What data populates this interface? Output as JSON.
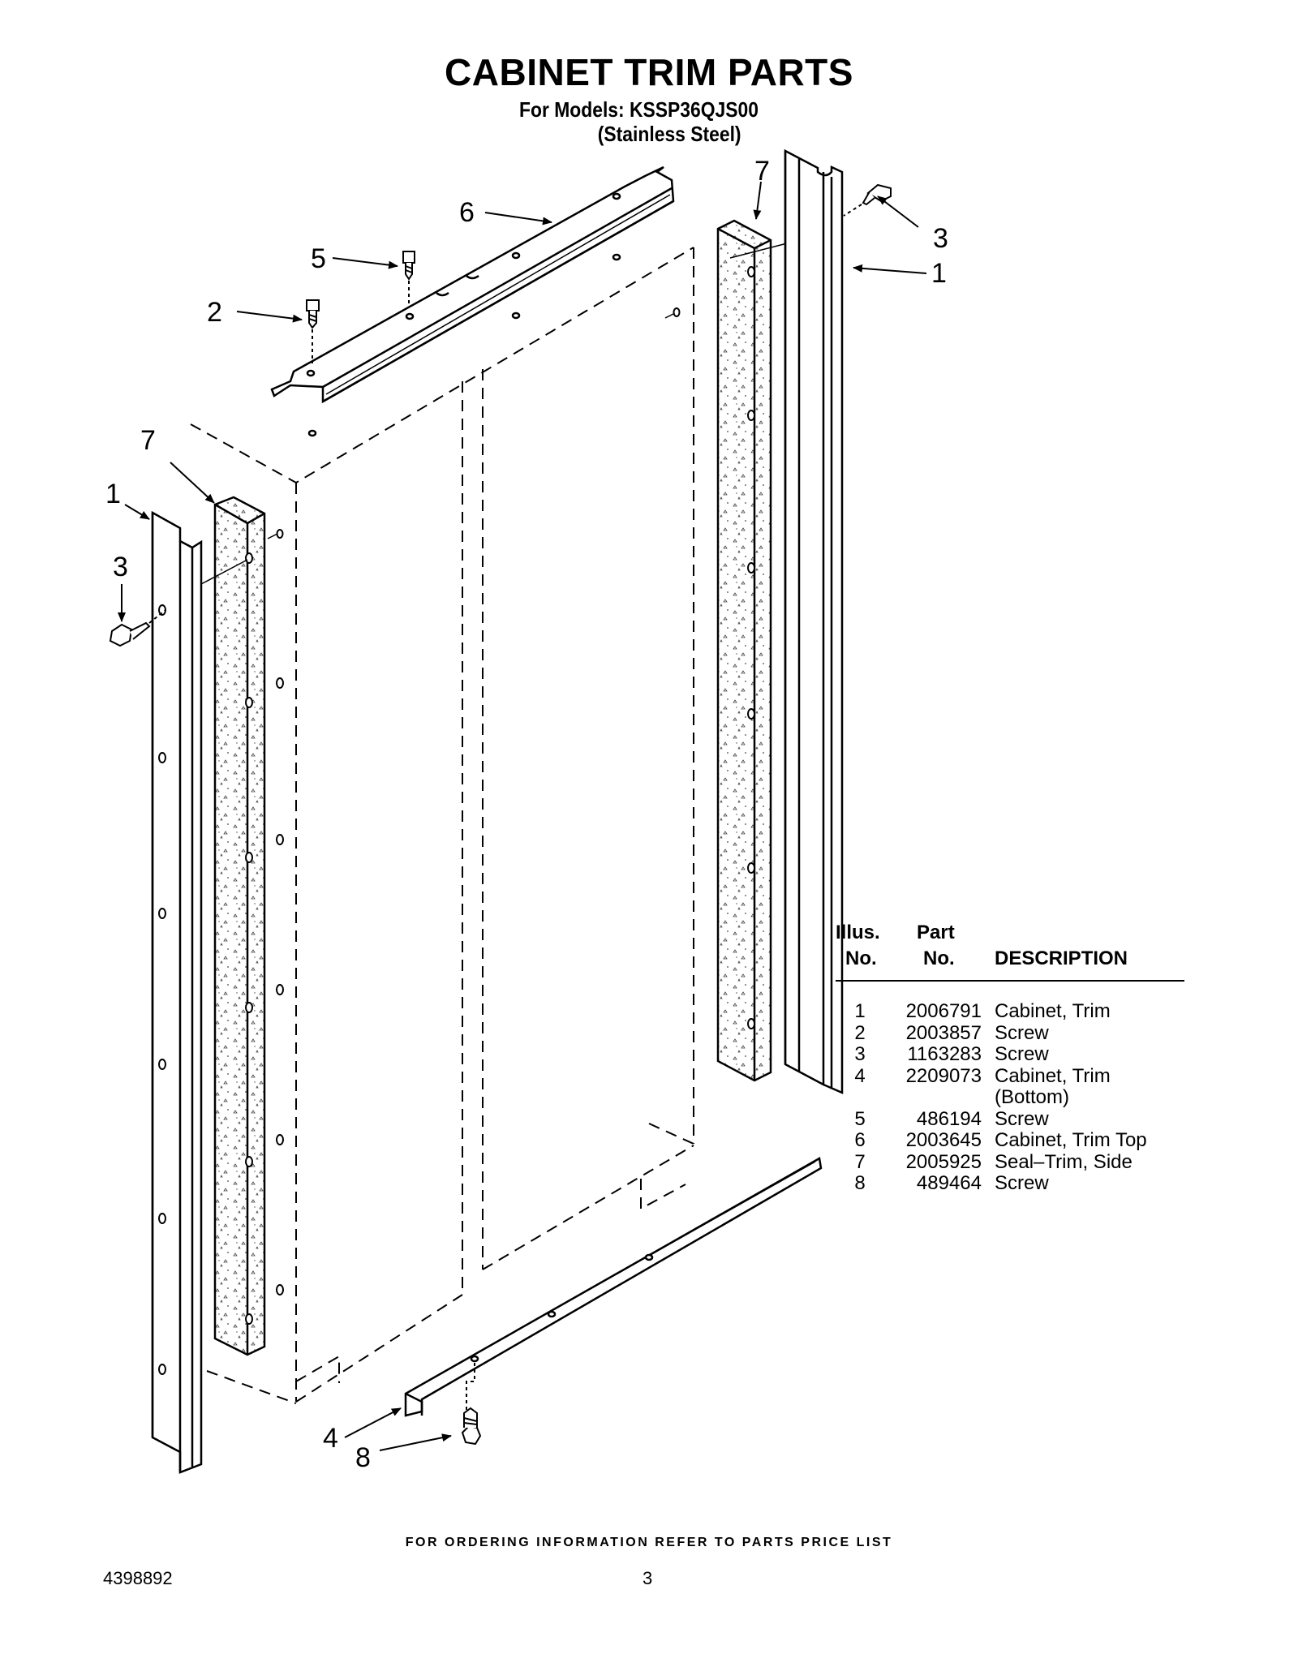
{
  "header": {
    "title": "CABINET TRIM PARTS",
    "models_line": "For Models: KSSP36QJS00",
    "finish_line": "(Stainless Steel)"
  },
  "callouts": {
    "top_trim": "6",
    "top_screw_5": "5",
    "top_screw_2": "2",
    "right_seal": "7",
    "right_screw": "3",
    "right_trim": "1",
    "left_seal": "7",
    "left_trim": "1",
    "left_screw": "3",
    "bottom_trim": "4",
    "bottom_screw": "8"
  },
  "parts_table": {
    "headers": {
      "illus_line1": "Illus.",
      "illus_line2": "No.",
      "part_line1": "Part",
      "part_line2": "No.",
      "description": "DESCRIPTION"
    },
    "rows": [
      {
        "illus": "1",
        "part": "2006791",
        "desc": "Cabinet, Trim"
      },
      {
        "illus": "2",
        "part": "2003857",
        "desc": "Screw"
      },
      {
        "illus": "3",
        "part": "1163283",
        "desc": "Screw"
      },
      {
        "illus": "4",
        "part": "2209073",
        "desc": "Cabinet, Trim"
      },
      {
        "illus": "",
        "part": "",
        "desc": "(Bottom)"
      },
      {
        "illus": "5",
        "part": "486194",
        "desc": "Screw"
      },
      {
        "illus": "6",
        "part": "2003645",
        "desc": "Cabinet, Trim Top"
      },
      {
        "illus": "7",
        "part": "2005925",
        "desc": "Seal–Trim, Side"
      },
      {
        "illus": "8",
        "part": "489464",
        "desc": "Screw"
      }
    ]
  },
  "footer": {
    "ordering_note": "FOR ORDERING INFORMATION REFER TO PARTS PRICE LIST",
    "doc_number": "4398892",
    "page_number": "3"
  }
}
